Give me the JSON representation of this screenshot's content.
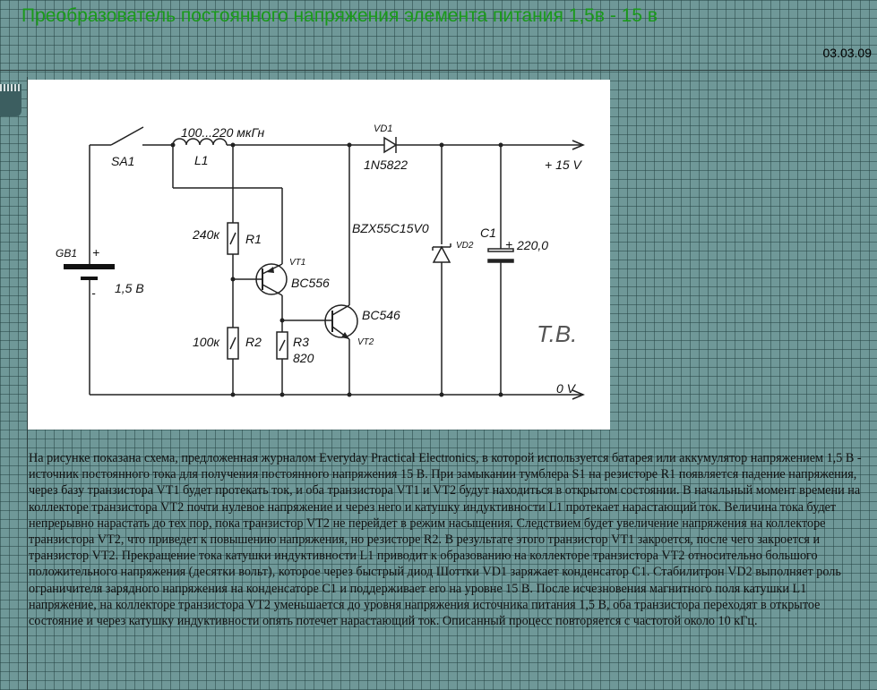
{
  "page": {
    "title": "Преобразователь постоянного напряжения элемента питания 1,5в - 15 в",
    "date": "03.03.09"
  },
  "schematic": {
    "sa1": "SA1",
    "l1_value": "100...220 мкГн",
    "l1": "L1",
    "vd1": "VD1",
    "vd1_part": "1N5822",
    "plus15": "+ 15 V",
    "gb1": "GB1",
    "gb1_plus": "+",
    "gb1_minus": "-",
    "gb1_voltage": "1,5 В",
    "r1_value": "240к",
    "r1": "R1",
    "vt1": "VT1",
    "vt1_part": "BC556",
    "r2_value": "100к",
    "r2": "R2",
    "r3": "R3",
    "r3_value": "820",
    "vt2_part": "BC546",
    "vt2": "VT2",
    "vd2_part": "BZX55C15V0",
    "vd2": "VD2",
    "c1": "C1",
    "c1_plus": "+",
    "c1_value": "220,0",
    "signature": "Т.В.",
    "zero": "0 V"
  },
  "article": {
    "text": "На рисунке показана схема, предложенная журналом Everyday Practical Electronics, в которой используется батарея или аккумулятор напряжением 1,5 В - источник постоянного тока для получения постоянного напряжения 15 В. При замыкании тумблера S1 на резисторе R1 появляется падение напряжения, через базу транзистора VT1 будет протекать ток, и оба транзистора VT1 и VT2 будут находиться в открытом состоянии. В начальный момент времени на коллекторе транзистора VT2 почти нулевое напряжение и через него и катушку индуктивности L1 протекает нарастающий ток. Величина тока будет непрерывно нарастать до тех пор, пока транзистор VT2 не перейдет в режим насыщения. Следствием будет увеличение напряжения на коллекторе транзистора VT2, что приведет к повышению напряжения, но резисторе R2. В результате этого транзистор VT1 закроется, после чего закроется и транзистор VT2. Прекращение тока катушки индуктивности L1 приводит к образованию на коллекторе транзистора VT2 относительно большого положительного напряжения (десятки вольт), которое через быстрый диод Шоттки VD1 заряжает конденсатор C1. Стабилитрон VD2 выполняет роль ограничителя зарядного напряжения на конденсаторе C1 и поддерживает его на уровне 15 В. После исчезновения магнитного поля катушки L1 напряжение, на коллекторе транзистора VT2 уменьшается до уровня напряжения источника питания 1,5 В, оба транзистора переходят в открытое состояние и через катушку индуктивности опять потечет нарастающий ток. Описанный процесс повторяется с частотой около 10 кГц."
  }
}
